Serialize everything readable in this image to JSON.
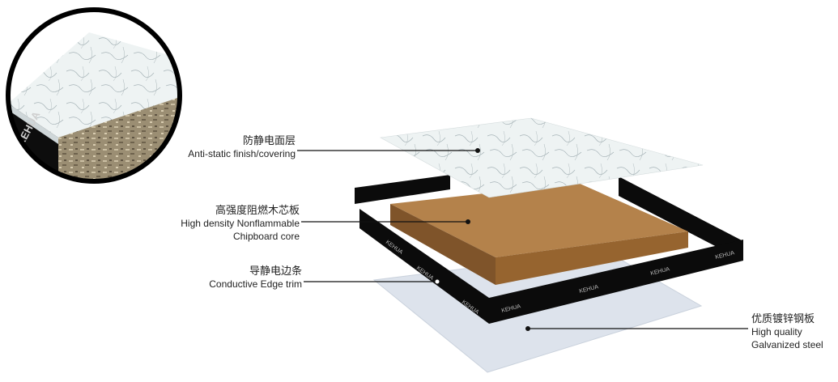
{
  "callouts": [
    {
      "id": "finish",
      "zh": "防静电面层",
      "en": [
        "Anti-static finish/covering"
      ]
    },
    {
      "id": "core",
      "zh": "高强度阻燃木芯板",
      "en": [
        "High density Nonflammable",
        "Chipboard core"
      ]
    },
    {
      "id": "edge",
      "zh": "导静电边条",
      "en": [
        "Conductive Edge trim"
      ]
    },
    {
      "id": "steel",
      "zh": "优质镀锌钢板",
      "en": [
        "High quality",
        "Galvanized steel"
      ]
    }
  ],
  "brand": "KEHUA",
  "colors": {
    "line": "#111111",
    "edge_black": "#0b0b0b",
    "core_top": "#b4824b",
    "core_side": "#8a5c2c",
    "steel": "#dde3ec",
    "finish": "#eef3f3"
  }
}
